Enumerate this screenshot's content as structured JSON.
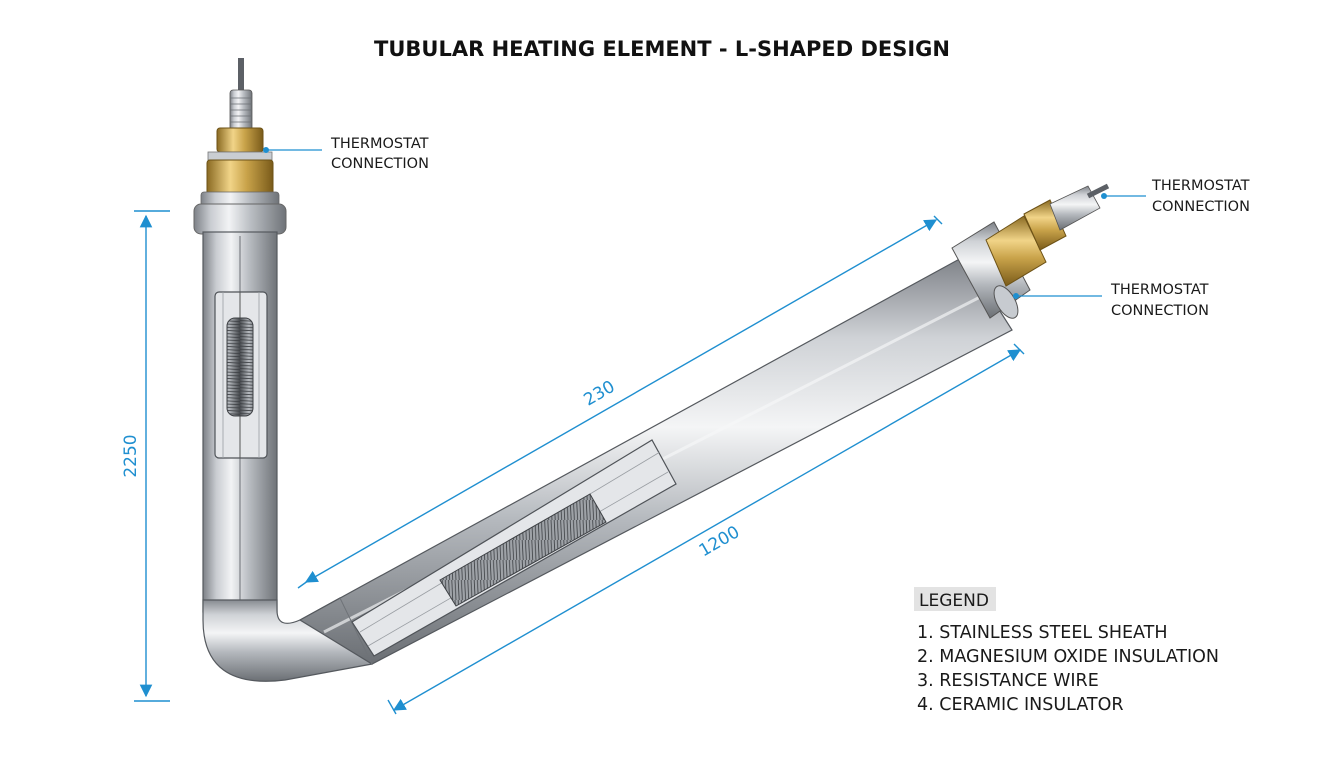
{
  "title": "TUBULAR HEATING ELEMENT - L-SHAPED DESIGN",
  "callouts": {
    "top": [
      "THERMOSTAT",
      "CONNECTION"
    ],
    "right_upper": [
      "THERMOSTAT",
      "CONNECTION"
    ],
    "right_lower": [
      "THERMOSTAT",
      "CONNECTION"
    ]
  },
  "dimensions": {
    "vertical": "2250",
    "diagonal_top": "230",
    "diagonal_bottom": "1200"
  },
  "legend": {
    "title": "LEGEND",
    "items": [
      "1. STAINLESS STEEL SHEATH",
      "2. MAGNESIUM OXIDE INSULATION",
      "3. RESISTANCE WIRE",
      "4. CERAMIC INSULATOR"
    ]
  },
  "colors": {
    "dimension": "#1f8fd0",
    "brass": "#c9a34a",
    "steel": "#b8bcc2"
  }
}
